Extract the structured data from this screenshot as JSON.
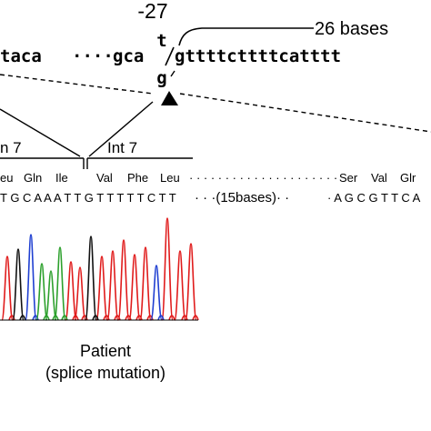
{
  "top": {
    "position_label": "-27",
    "bases_label": "26 bases",
    "left_seq": "taca",
    "dots": "····",
    "codon": "gca",
    "slash": "/",
    "intron_seq": "gttttcttttcatttt",
    "wild_base": "t",
    "mutant_base": "g"
  },
  "regions": {
    "exon_label": "n 7",
    "intron_label": "Int 7"
  },
  "protein": {
    "left_aa": [
      "eu",
      "Gln",
      "Ile"
    ],
    "right_aa": [
      "Val",
      "Phe",
      "Leu"
    ],
    "dots": "· · · · · · · · · · · · · · · · · · · · ·",
    "end_aa": [
      "Ser",
      "Val",
      "Glr"
    ]
  },
  "sequence": {
    "left_nt": "T G C A A A T T G T T T T T C T T",
    "gap_label": "· · ·(15bases)· ·",
    "right_nt": "· A G C G T T C A"
  },
  "chromatogram": {
    "colors": {
      "A": "#2ca02c",
      "C": "#1f3fd1",
      "G": "#111111",
      "T": "#e01b1b"
    }
  },
  "caption": {
    "line1": "Patient",
    "line2": "(splice mutation)"
  }
}
